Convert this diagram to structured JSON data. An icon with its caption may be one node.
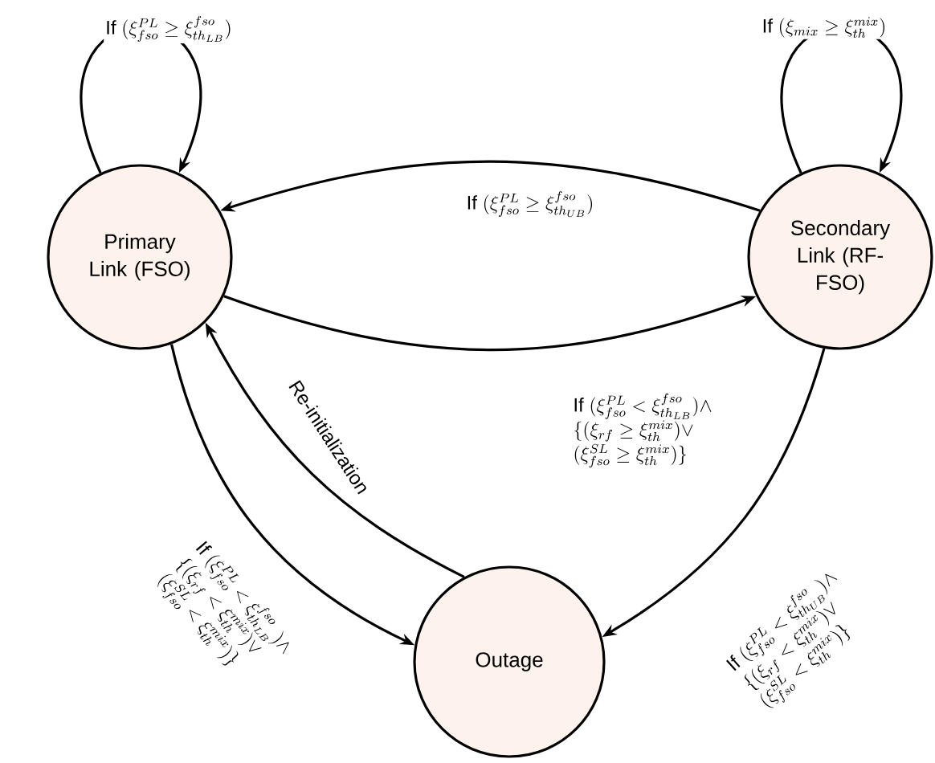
{
  "diagram": {
    "nodes": [
      {
        "text": [
          "Primary Link (FSO)"
        ]
      },
      {
        "text": [
          "Secondary Link (RF-FSO)"
        ]
      },
      {
        "text": [
          "Outage"
        ]
      }
    ],
    "edges": [
      {
        "from": 0,
        "to": 0,
        "arrow": "to",
        "label": "\\text{If } (\\xi_{fso}^{PL} \\geq \\xi_{th_{LB}}^{fso})"
      },
      {
        "from": 1,
        "to": 1,
        "arrow": "to",
        "label": "\\text{If } (\\xi_{mix} \\geq \\xi_{th}^{mix})"
      },
      {
        "from": 1,
        "to": 0,
        "arrow": "to",
        "label": "\\text{If } (\\xi_{fso}^{PL} \\geq \\xi_{th_{UB}}^{fso})"
      },
      {
        "from": 0,
        "to": 1,
        "arrow": "to",
        "label": "\\begin{array}{l}\\text{If } (\\xi_{fso}^{PL} < \\xi_{th_{LB}}^{fso}) \\wedge \\\\ \\{(\\xi_{rf} \\geq \\xi_{th}^{mix}) \\vee \\\\ (\\xi_{fso}^{SL} \\geq \\xi_{th}^{mix})\\}\\end{array}"
      },
      {
        "from": 0,
        "to": 2,
        "arrow": "to",
        "label": "\\begin{array}{l}\\text{If } (\\xi_{fso}^{PL} < \\xi_{th_{LB}}^{fso}) \\wedge \\\\ \\{(\\xi_{rf} < \\xi_{th}^{mix}) \\vee \\\\ (\\xi_{fso}^{SL} < \\xi_{th}^{mix})\\}\\end{array}"
      },
      {
        "from": 1,
        "to": 2,
        "arrow": "to",
        "label": "\\begin{array}{l}\\text{If } (\\xi_{fso}^{PL} < \\xi_{th_{UB}}^{fso}) \\wedge \\\\ \\{(\\xi_{rf} < \\xi_{th}^{mix}) \\vee \\\\ (\\xi_{fso}^{SL} < \\xi_{th}^{mix})\\}\\end{array}"
      },
      {
        "from": 2,
        "to": 0,
        "arrow": "to",
        "label": "Re-initialization"
      }
    ]
  }
}
